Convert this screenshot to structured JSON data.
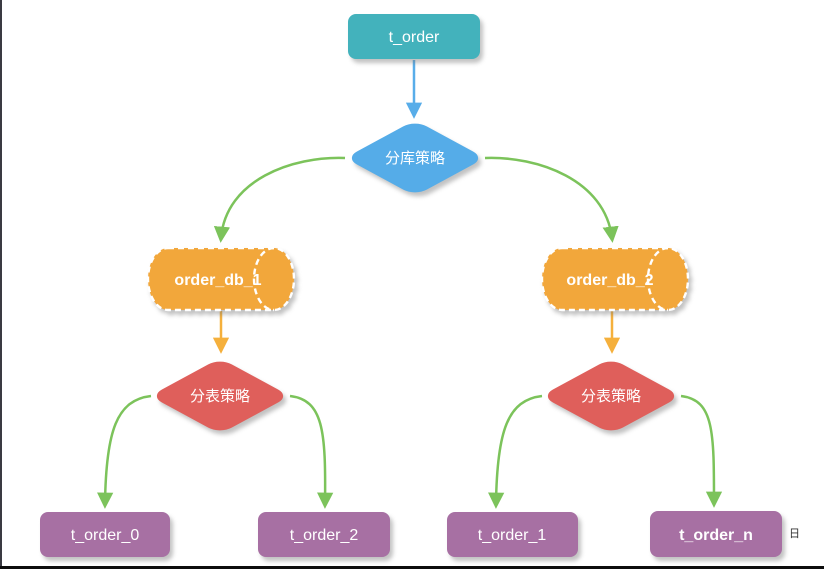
{
  "diagram": {
    "nodes": {
      "root": {
        "label": "t_order"
      },
      "db_strategy": {
        "label": "分库策略"
      },
      "db1": {
        "label": "order_db_1"
      },
      "db2": {
        "label": "order_db_2"
      },
      "table_strategy_1": {
        "label": "分表策略"
      },
      "table_strategy_2": {
        "label": "分表策略"
      },
      "table_0": {
        "label": "t_order_0"
      },
      "table_2": {
        "label": "t_order_2"
      },
      "table_1": {
        "label": "t_order_1"
      },
      "table_n": {
        "label": "t_order_n"
      }
    },
    "watermark_fragment": "日",
    "colors": {
      "teal": "#43b2bc",
      "blue": "#55ace8",
      "orange": "#f2a73b",
      "red": "#df5f5b",
      "purple": "#a770a3",
      "green_arrow": "#7cc35b",
      "orange_arrow": "#f5b03c",
      "blue_arrow": "#58ade9",
      "frame_border": "#3a3a42"
    }
  }
}
